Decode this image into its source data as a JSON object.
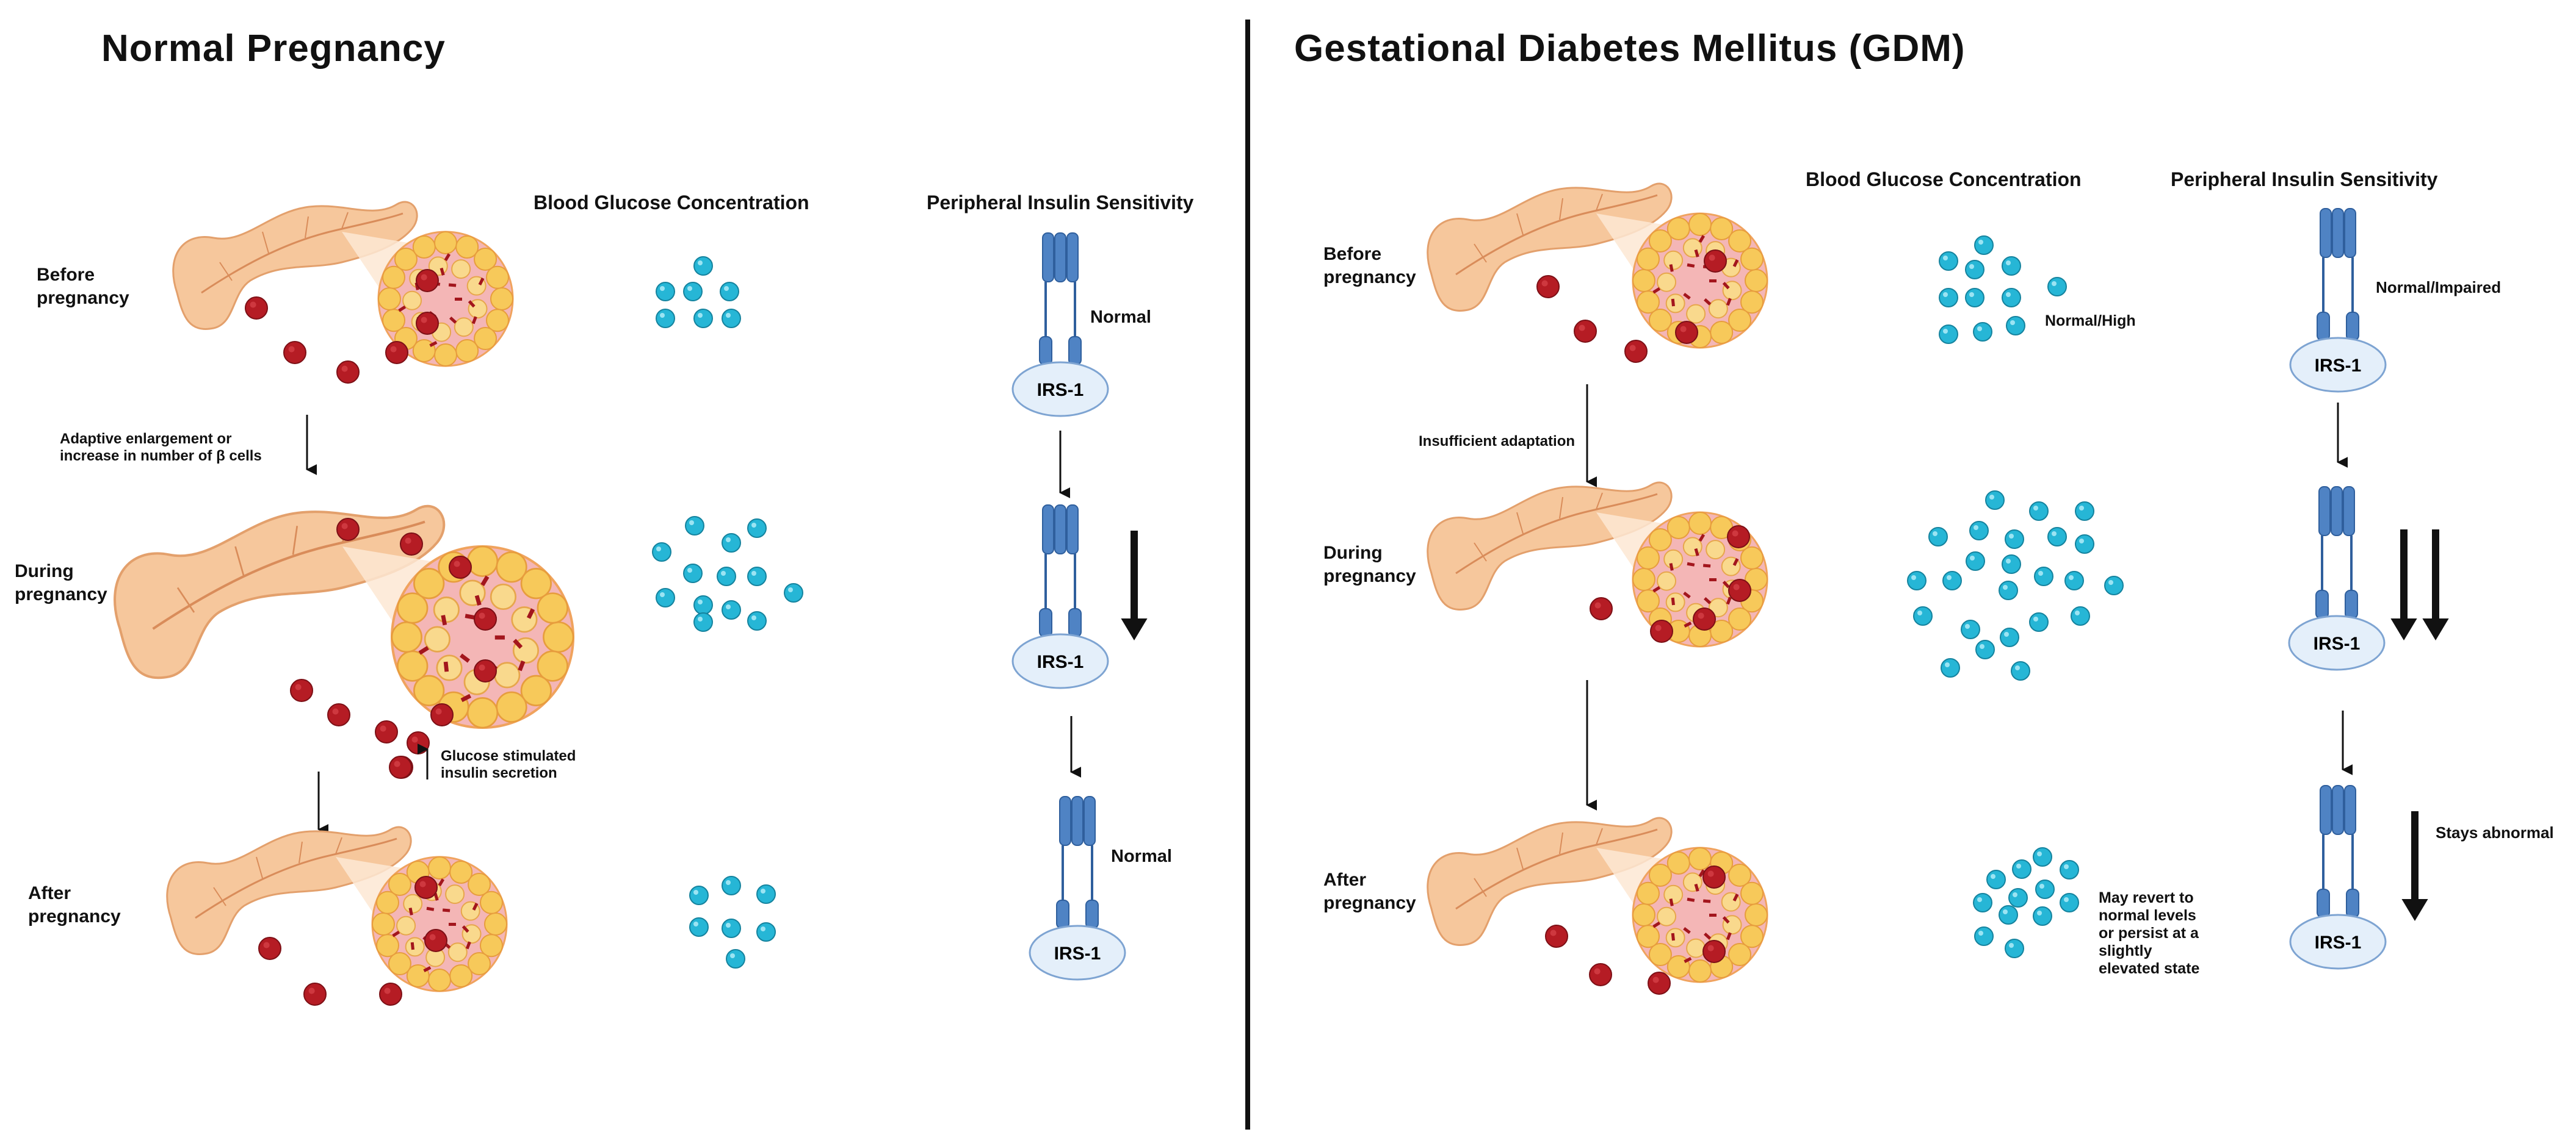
{
  "panels": {
    "normal": {
      "title": "Normal Pregnancy",
      "col_glucose": "Blood Glucose Concentration",
      "col_insulin": "Peripheral Insulin Sensitivity",
      "stage_before": "Before\npregnancy",
      "stage_during": "During\npregnancy",
      "stage_after": "After\npregnancy",
      "note_adaptive": "Adaptive        enlargement        or\nincrease in number of β cells",
      "note_gsis": "Glucose    stimulated\ninsulin secretion",
      "state_before": "Normal",
      "state_after": "Normal"
    },
    "gdm": {
      "title": "Gestational Diabetes Mellitus (GDM)",
      "col_glucose": "Blood Glucose Concentration",
      "col_insulin": "Peripheral Insulin Sensitivity",
      "stage_before": "Before\npregnancy",
      "stage_during": "During\npregnancy",
      "stage_after": "After\npregnancy",
      "note_insufficient": "Insufficient adaptation",
      "glucose_before": "Normal/High",
      "glucose_after": "May revert to\nnormal levels\nor persist at a\nslightly\nelevated state",
      "state_before": "Normal/Impaired",
      "state_after": "Stays abnormal"
    }
  },
  "receptor_label": "IRS-1",
  "colors": {
    "pancreas": "#f6c79c",
    "pancreas_edge": "#e3a06c",
    "islet_cell": "#f7c95a",
    "islet_core": "#f4b6b6",
    "rbc": "#b51c24",
    "glucose": "#26b6d6",
    "receptor": "#4f83c4",
    "irs_fill": "#e4effa",
    "irs_edge": "#7ea4d2"
  }
}
